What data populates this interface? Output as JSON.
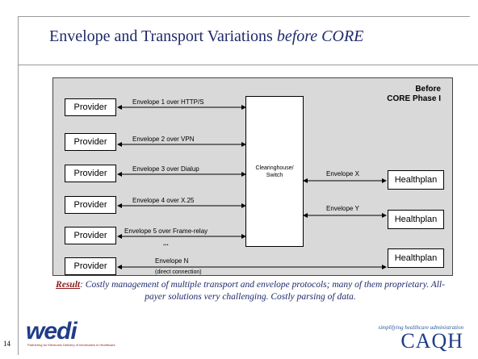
{
  "slide": {
    "title_main": "Envelope and Transport Variations",
    "title_emph": "before CORE",
    "page_number": "14"
  },
  "diagram": {
    "heading_line1": "Before",
    "heading_line2": "CORE Phase I",
    "providers": [
      "Provider",
      "Provider",
      "Provider",
      "Provider",
      "Provider",
      "Provider"
    ],
    "provider_links": [
      "Envelope 1 over HTTP/S",
      "Envelope 2 over VPN",
      "Envelope 3 over Dialup",
      "Envelope 4 over X.25",
      "Envelope 5 over Frame-relay"
    ],
    "ellipsis": "...",
    "clearinghouse": "Clearinghouse/ Switch",
    "healthplans": [
      "Healthplan",
      "Healthplan",
      "Healthplan"
    ],
    "healthplan_links": [
      "Envelope X",
      "Envelope Y"
    ],
    "direct_link": "Envelope N",
    "direct_link_note": "(direct connection)"
  },
  "result": {
    "lead": "Result",
    "text": ": Costly management of multiple transport and envelope protocols; many of them proprietary. All-payer solutions very challenging. Costly parsing of data."
  },
  "logos": {
    "left_name": "wedi",
    "left_tagline": "Partnering for Electronic Delivery of Information in Healthcare",
    "right_tagline": "simplifying healthcare administration",
    "right_name": "CAQH"
  }
}
